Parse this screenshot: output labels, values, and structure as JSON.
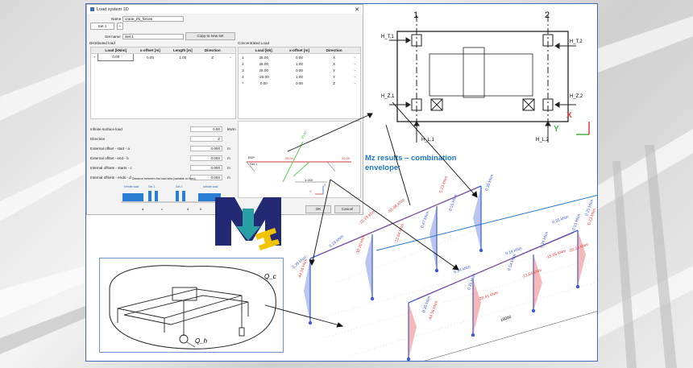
{
  "dialog": {
    "title": "Load system 1D",
    "name_label": "Name",
    "name_value": "crane_01_forces",
    "set_tab": "Set 1",
    "add_tab": "+",
    "set_name_label": "Set name",
    "set_name_value": "Set 1",
    "copy_button": "Copy to new set",
    "distributed_title": "Distributed load",
    "concentrated_title": "Concentrated Load",
    "dist_headers": [
      "Load [kN/m]",
      "x-offset [m]",
      "Length [m]",
      "Direction"
    ],
    "dist_rows": [
      {
        "marker": "*",
        "load": "0.00",
        "offset": "0.00",
        "length": "1.00",
        "dir": "Z"
      }
    ],
    "conc_headers": [
      "Load [kN]",
      "x-offset [m]",
      "Direction"
    ],
    "conc_rows": [
      {
        "idx": "1",
        "load": "25.00",
        "offset": "0.00",
        "dir": "X"
      },
      {
        "idx": "2",
        "load": "25.00",
        "offset": "1.00",
        "dir": "X"
      },
      {
        "idx": "3",
        "load": "25.00",
        "offset": "0.00",
        "dir": "Y"
      },
      {
        "idx": "4",
        "load": "-25.00",
        "offset": "1.00",
        "dir": "Y"
      },
      {
        "idx": "*",
        "load": "0.00",
        "offset": "0.00",
        "dir": "Z"
      }
    ],
    "props": [
      {
        "label": "Infinite surface load",
        "value": "0.00",
        "unit": "kN/m"
      },
      {
        "label": "Direction",
        "value": "Z",
        "unit": ""
      },
      {
        "label": "External offset - start - a",
        "value": "0.000",
        "unit": "m"
      },
      {
        "label": "External offset - end - b",
        "value": "0.000",
        "unit": "m"
      },
      {
        "label": "Internal offsets - starts - c",
        "value": "0.000",
        "unit": "m"
      },
      {
        "label": "Internal offsets - ends - d",
        "value": "0.000",
        "unit": "m"
      }
    ],
    "scheme_caption": "Distance between the load sets (variable or fixed)",
    "scheme_labels": [
      "Infinite load",
      "Set 1",
      "Set 2",
      "Infinite load"
    ],
    "scheme_letters": [
      "a",
      "c",
      "d",
      "b"
    ],
    "preview_labels": {
      "top": "25.00",
      "left": "25.00",
      "right": "25.00",
      "dim": "1.000",
      "set": "Set 1",
      "bsp": "BSP"
    },
    "ok_button": "OK",
    "cancel_button": "Cancel"
  },
  "plan": {
    "axis_labels": [
      "1",
      "2"
    ],
    "forces": [
      "H_T,1",
      "H_T,2",
      "H_Z,1",
      "H_Z,2",
      "H_L,1",
      "H_L,2"
    ],
    "axes": [
      "X",
      "Y"
    ]
  },
  "results": {
    "title": "Mz results – combination envelope:",
    "dimension": "18000",
    "labels_blue": [
      "0.39 kNm",
      "0.55 kNm",
      "0.47 kNm",
      "0.35 kNm",
      "0.19 kNm",
      "0.14 kNm",
      "0.14 kNm",
      "0.35 kNm",
      "0.20 kNm",
      "0.35 kNm",
      "0.54 kNm",
      "0.34 kNm",
      "0.15 kNm",
      "0.25 kNm"
    ],
    "labels_red": [
      "-44.56 kNm",
      "-30.20 kNm",
      "-12.64 kNm",
      "-15.19 kNm",
      "-55.06 kNm",
      "-5.23 kNm",
      "-13.64 kNm",
      "-29.41 kNm",
      "-44.56 kNm",
      "-20.24 kNm",
      "-0.23 kNm",
      "-15.05 kNm"
    ]
  },
  "crane": {
    "labels": [
      "Q_c",
      "Q_h"
    ]
  },
  "colors": {
    "frame": "#3f6db5",
    "blue_diagram": "#3b5bd6",
    "red_diagram": "#e23b3b",
    "logo_dark": "#232a73",
    "logo_teal": "#2a9fa5",
    "logo_yellow": "#f2c400",
    "title_blue": "#1f78c8"
  }
}
